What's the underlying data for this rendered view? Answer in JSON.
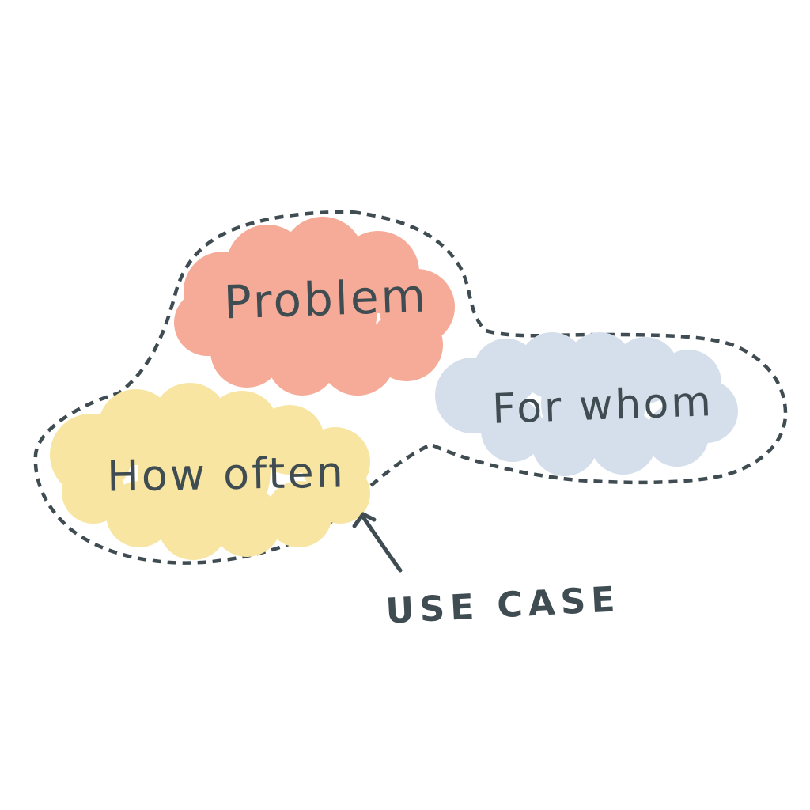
{
  "diagram": {
    "kind": "hand-drawn use case sketch",
    "boundary": {
      "label_target": "USE CASE",
      "style": "dashed organic outline enclosing three clouds"
    },
    "regions": [
      {
        "id": "problem",
        "label": "Problem",
        "color": "#f5ab97"
      },
      {
        "id": "for-whom",
        "label": "For whom",
        "color": "#d5dfeb"
      },
      {
        "id": "how-often",
        "label": "How often",
        "color": "#f8e5a2"
      }
    ],
    "annotation": {
      "label": "USE CASE",
      "arrow_icon": "curved-arrow-up-left"
    },
    "colors": {
      "background": "#ffffff",
      "ink": "#3f4c52",
      "problem_cloud": "#f5ab97",
      "for_whom_cloud": "#d5dfeb",
      "how_often_cloud": "#f8e5a2"
    }
  }
}
